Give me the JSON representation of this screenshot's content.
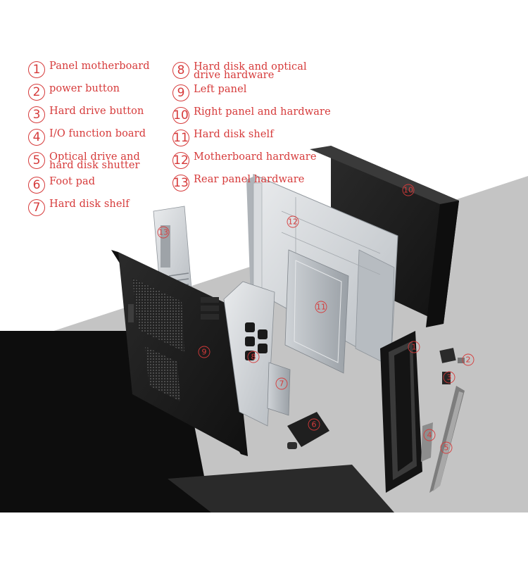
{
  "legend": [
    {
      "num": "1",
      "text": "Panel motherboard"
    },
    {
      "num": "2",
      "text": "power button"
    },
    {
      "num": "3",
      "text": "Hard drive button"
    },
    {
      "num": "4",
      "text": "I/O function board"
    },
    {
      "num": "5",
      "text": "Optical drive and\nhard disk shutter"
    },
    {
      "num": "6",
      "text": "Foot pad"
    },
    {
      "num": "7",
      "text": "Hard disk shelf"
    },
    {
      "num": "8",
      "text": "Hard disk and optical\ndrive hardware"
    },
    {
      "num": "9",
      "text": "Left panel"
    },
    {
      "num": "10",
      "text": "Right panel and hardware"
    },
    {
      "num": "11",
      "text": "Hard disk shelf"
    },
    {
      "num": "12",
      "text": "Motherboard hardware"
    },
    {
      "num": "13",
      "text": "Rear panel hardware"
    }
  ],
  "part_labels": [
    "10",
    "12",
    "13",
    "11",
    "9",
    "8",
    "7",
    "6",
    "1",
    "2",
    "3",
    "4",
    "5"
  ],
  "colors": {
    "accent": "#d63a3a",
    "panel_dark": "#1c1c1c",
    "metal": "#c9cdd1",
    "background_grey": "#bdbdbd"
  }
}
